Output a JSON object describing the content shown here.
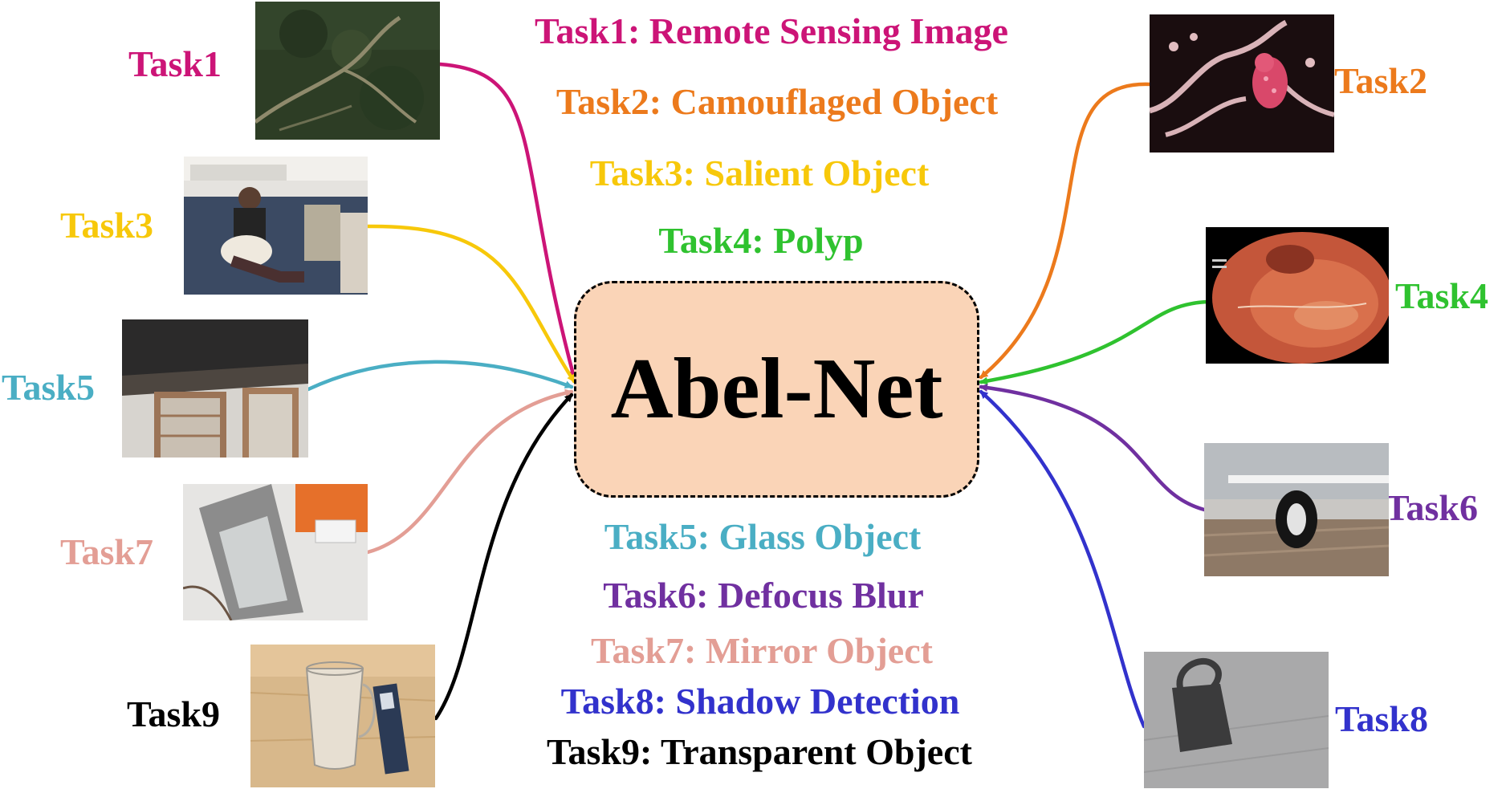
{
  "center": {
    "label": "Abel-Net",
    "fill": "#fad4b7"
  },
  "legend": [
    {
      "text": "Task1: Remote Sensing Image",
      "color": "#cc1477"
    },
    {
      "text": "Task2: Camouflaged Object",
      "color": "#ec7a1c"
    },
    {
      "text": "Task3: Salient Object",
      "color": "#f7c80a"
    },
    {
      "text": "Task4: Polyp",
      "color": "#2fc22f"
    },
    {
      "text": "Task5: Glass Object",
      "color": "#4aaec4"
    },
    {
      "text": "Task6: Defocus Blur",
      "color": "#7030a0"
    },
    {
      "text": "Task7: Mirror Object",
      "color": "#e39e95"
    },
    {
      "text": "Task8: Shadow Detection",
      "color": "#3232cc"
    },
    {
      "text": "Task9: Transparent Object",
      "color": "#000000"
    }
  ],
  "tasks": [
    {
      "label": "Task1",
      "color": "#cc1477",
      "image": "remote-sensing-image"
    },
    {
      "label": "Task2",
      "color": "#ec7a1c",
      "image": "camouflaged-seahorse-image"
    },
    {
      "label": "Task3",
      "color": "#f7c80a",
      "image": "salient-person-image"
    },
    {
      "label": "Task4",
      "color": "#2fc22f",
      "image": "polyp-endoscopy-image"
    },
    {
      "label": "Task5",
      "color": "#4aaec4",
      "image": "glass-window-image"
    },
    {
      "label": "Task6",
      "color": "#7030a0",
      "image": "defocus-blur-image"
    },
    {
      "label": "Task7",
      "color": "#e39e95",
      "image": "mirror-image"
    },
    {
      "label": "Task8",
      "color": "#3232cc",
      "image": "shadow-image"
    },
    {
      "label": "Task9",
      "color": "#000000",
      "image": "transparent-glass-image"
    }
  ]
}
